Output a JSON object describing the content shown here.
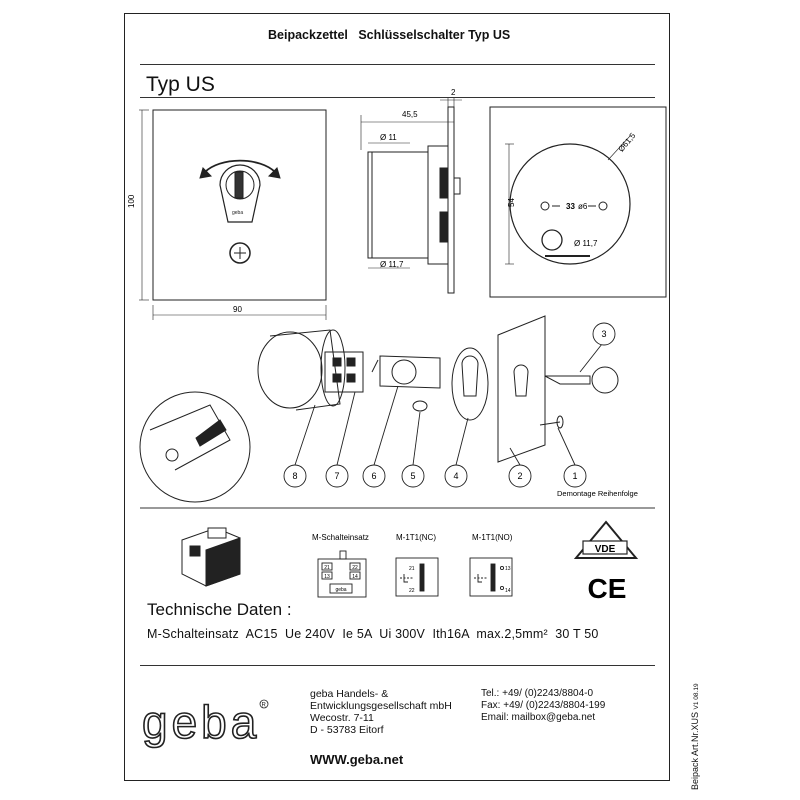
{
  "header": {
    "title": "Beipackzettel   Schlüsselschalter Typ US"
  },
  "section_type": "Typ  US",
  "dimensions": {
    "height": "100",
    "width": "90",
    "depth": "45,5",
    "plate": "2",
    "cyl_dia": "Ø 11",
    "hole_dia_left": "Ø 11,7",
    "round_dia": "Ø61,5",
    "round_height": "54",
    "hole_dist": "33",
    "hole_dist_unit": "ø6",
    "hole_dia_right": "Ø 11,7"
  },
  "parts": [
    "8",
    "7",
    "6",
    "5",
    "4",
    "2",
    "1",
    "3"
  ],
  "demontage": "Demontage Reihenfolge",
  "contacts": {
    "label_m": "M-Schalteinsatz",
    "label_nc": "M-1T1(NC)",
    "label_no": "M-1T1(NO)",
    "m_pins": [
      "21",
      "22",
      "13",
      "14"
    ],
    "nc_pins": [
      "21",
      "22"
    ],
    "no_pins": [
      "13",
      "14"
    ],
    "m_bottom": "geba"
  },
  "marks": {
    "vde": "VDE",
    "ce": "CE"
  },
  "tech": {
    "title": "Technische Daten :",
    "line": "M-Schalteinsatz  AC15  Ue 240V  Ie 5A  Ui 300V  Ith16A  max.2,5mm²  30 T 50"
  },
  "company": {
    "logo": "geba",
    "name1": "geba Handels- &",
    "name2": "Entwicklungsgesellschaft mbH",
    "street": "Wecostr. 7-11",
    "city": "D - 53783 Eitorf",
    "tel": "Tel.: +49/ (0)2243/8804-0",
    "fax": "Fax: +49/ (0)2243/8804-199",
    "email": "Email: mailbox@geba.net",
    "web": "WWW.geba.net"
  },
  "sidebar": {
    "text": "Beipack Art.Nr.XUS",
    "version": "V1 08.19"
  }
}
